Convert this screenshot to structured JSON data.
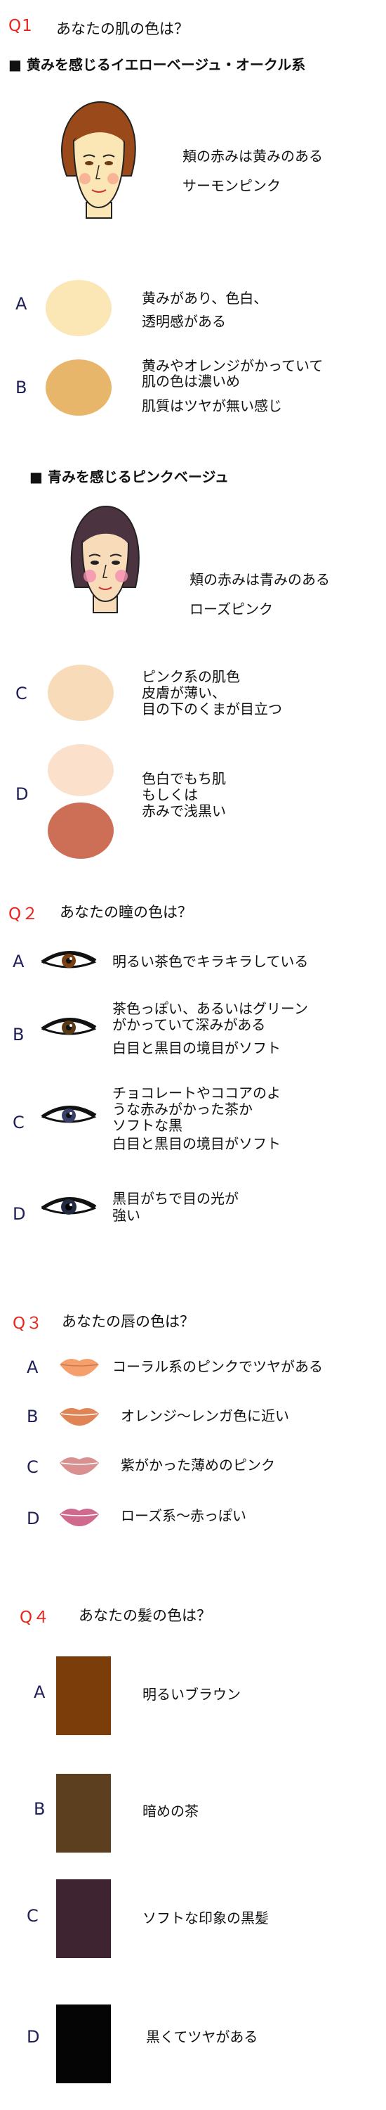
{
  "q1": {
    "num": "Q1",
    "question": "あなたの肌の色は？",
    "group1": {
      "heading": "■ 黄みを感じるイエローベージュ・オークル系",
      "cheek_line1": "頬の赤みは黄みのある",
      "cheek_line2": "サーモンピンク"
    },
    "options1": [
      {
        "letter": "A",
        "color": "#fbe6b6",
        "lines": [
          "黄みがあり、色白、",
          "透明感がある"
        ]
      },
      {
        "letter": "B",
        "color": "#e8b66a",
        "lines": [
          "黄みやオレンジがかっていて",
          "肌の色は濃いめ",
          "肌質はツヤが無い感じ"
        ]
      }
    ],
    "group2": {
      "heading": "■ 青みを感じるピンクベージュ",
      "cheek_line1": "頬の赤みは青みのある",
      "cheek_line2": "ローズピンク"
    },
    "options2": [
      {
        "letter": "C",
        "color": "#f8dcb9",
        "lines": [
          "ピンク系の肌色",
          "皮膚が薄い、",
          "目の下のくまが目立つ"
        ]
      },
      {
        "letter": "D",
        "colors": [
          "#fbe0cc",
          "#cd6f57"
        ],
        "lines": [
          "色白でもち肌",
          "もしくは",
          "赤みで浅黒い"
        ]
      }
    ]
  },
  "q2": {
    "num": "Q２",
    "question": "あなたの瞳の色は？",
    "options": [
      {
        "letter": "A",
        "iris": "#7a3f12",
        "lines": [
          "明るい茶色でキラキラしている"
        ]
      },
      {
        "letter": "B",
        "iris": "#5a3a14",
        "lines": [
          "茶色っぽい、あるいはグリーン",
          "がかっていて深みがある",
          "白目と黒目の境目がソフト"
        ]
      },
      {
        "letter": "C",
        "iris": "#3a3f6a",
        "lines": [
          "チョコレートやココアのよ",
          "うな赤みがかった茶か",
          "ソフトな黒",
          "白目と黒目の境目がソフト"
        ]
      },
      {
        "letter": "D",
        "iris": "#222a44",
        "lines": [
          "黒目がちで目の光が",
          "強い"
        ]
      }
    ]
  },
  "q3": {
    "num": "Q３",
    "question": "あなたの唇の色は？",
    "options": [
      {
        "letter": "A",
        "color": "#f5a06c",
        "text": "コーラル系のピンクでツヤがある"
      },
      {
        "letter": "B",
        "color": "#e08455",
        "text": "オレンジ～レンガ色に近い"
      },
      {
        "letter": "C",
        "color": "#d89090",
        "text": "紫がかった薄めのピンク"
      },
      {
        "letter": "D",
        "color": "#cf6a8e",
        "text": "ローズ系～赤っぽい"
      }
    ]
  },
  "q4": {
    "num": "Q４",
    "question": "あなたの髪の色は？",
    "options": [
      {
        "letter": "A",
        "color": "#7b3e0b",
        "text": "明るいブラウン"
      },
      {
        "letter": "B",
        "color": "#5b3f1f",
        "text": "暗めの茶"
      },
      {
        "letter": "C",
        "color": "#3e2430",
        "text": "ソフトな印象の黒髪"
      },
      {
        "letter": "D",
        "color": "#050505",
        "text": "黒くてツヤがある"
      }
    ]
  },
  "icons": {
    "face1": "woman-brown-hair-face-icon",
    "face2": "woman-dark-hair-face-icon",
    "eye": "eye-icon",
    "lips": "lips-icon"
  }
}
